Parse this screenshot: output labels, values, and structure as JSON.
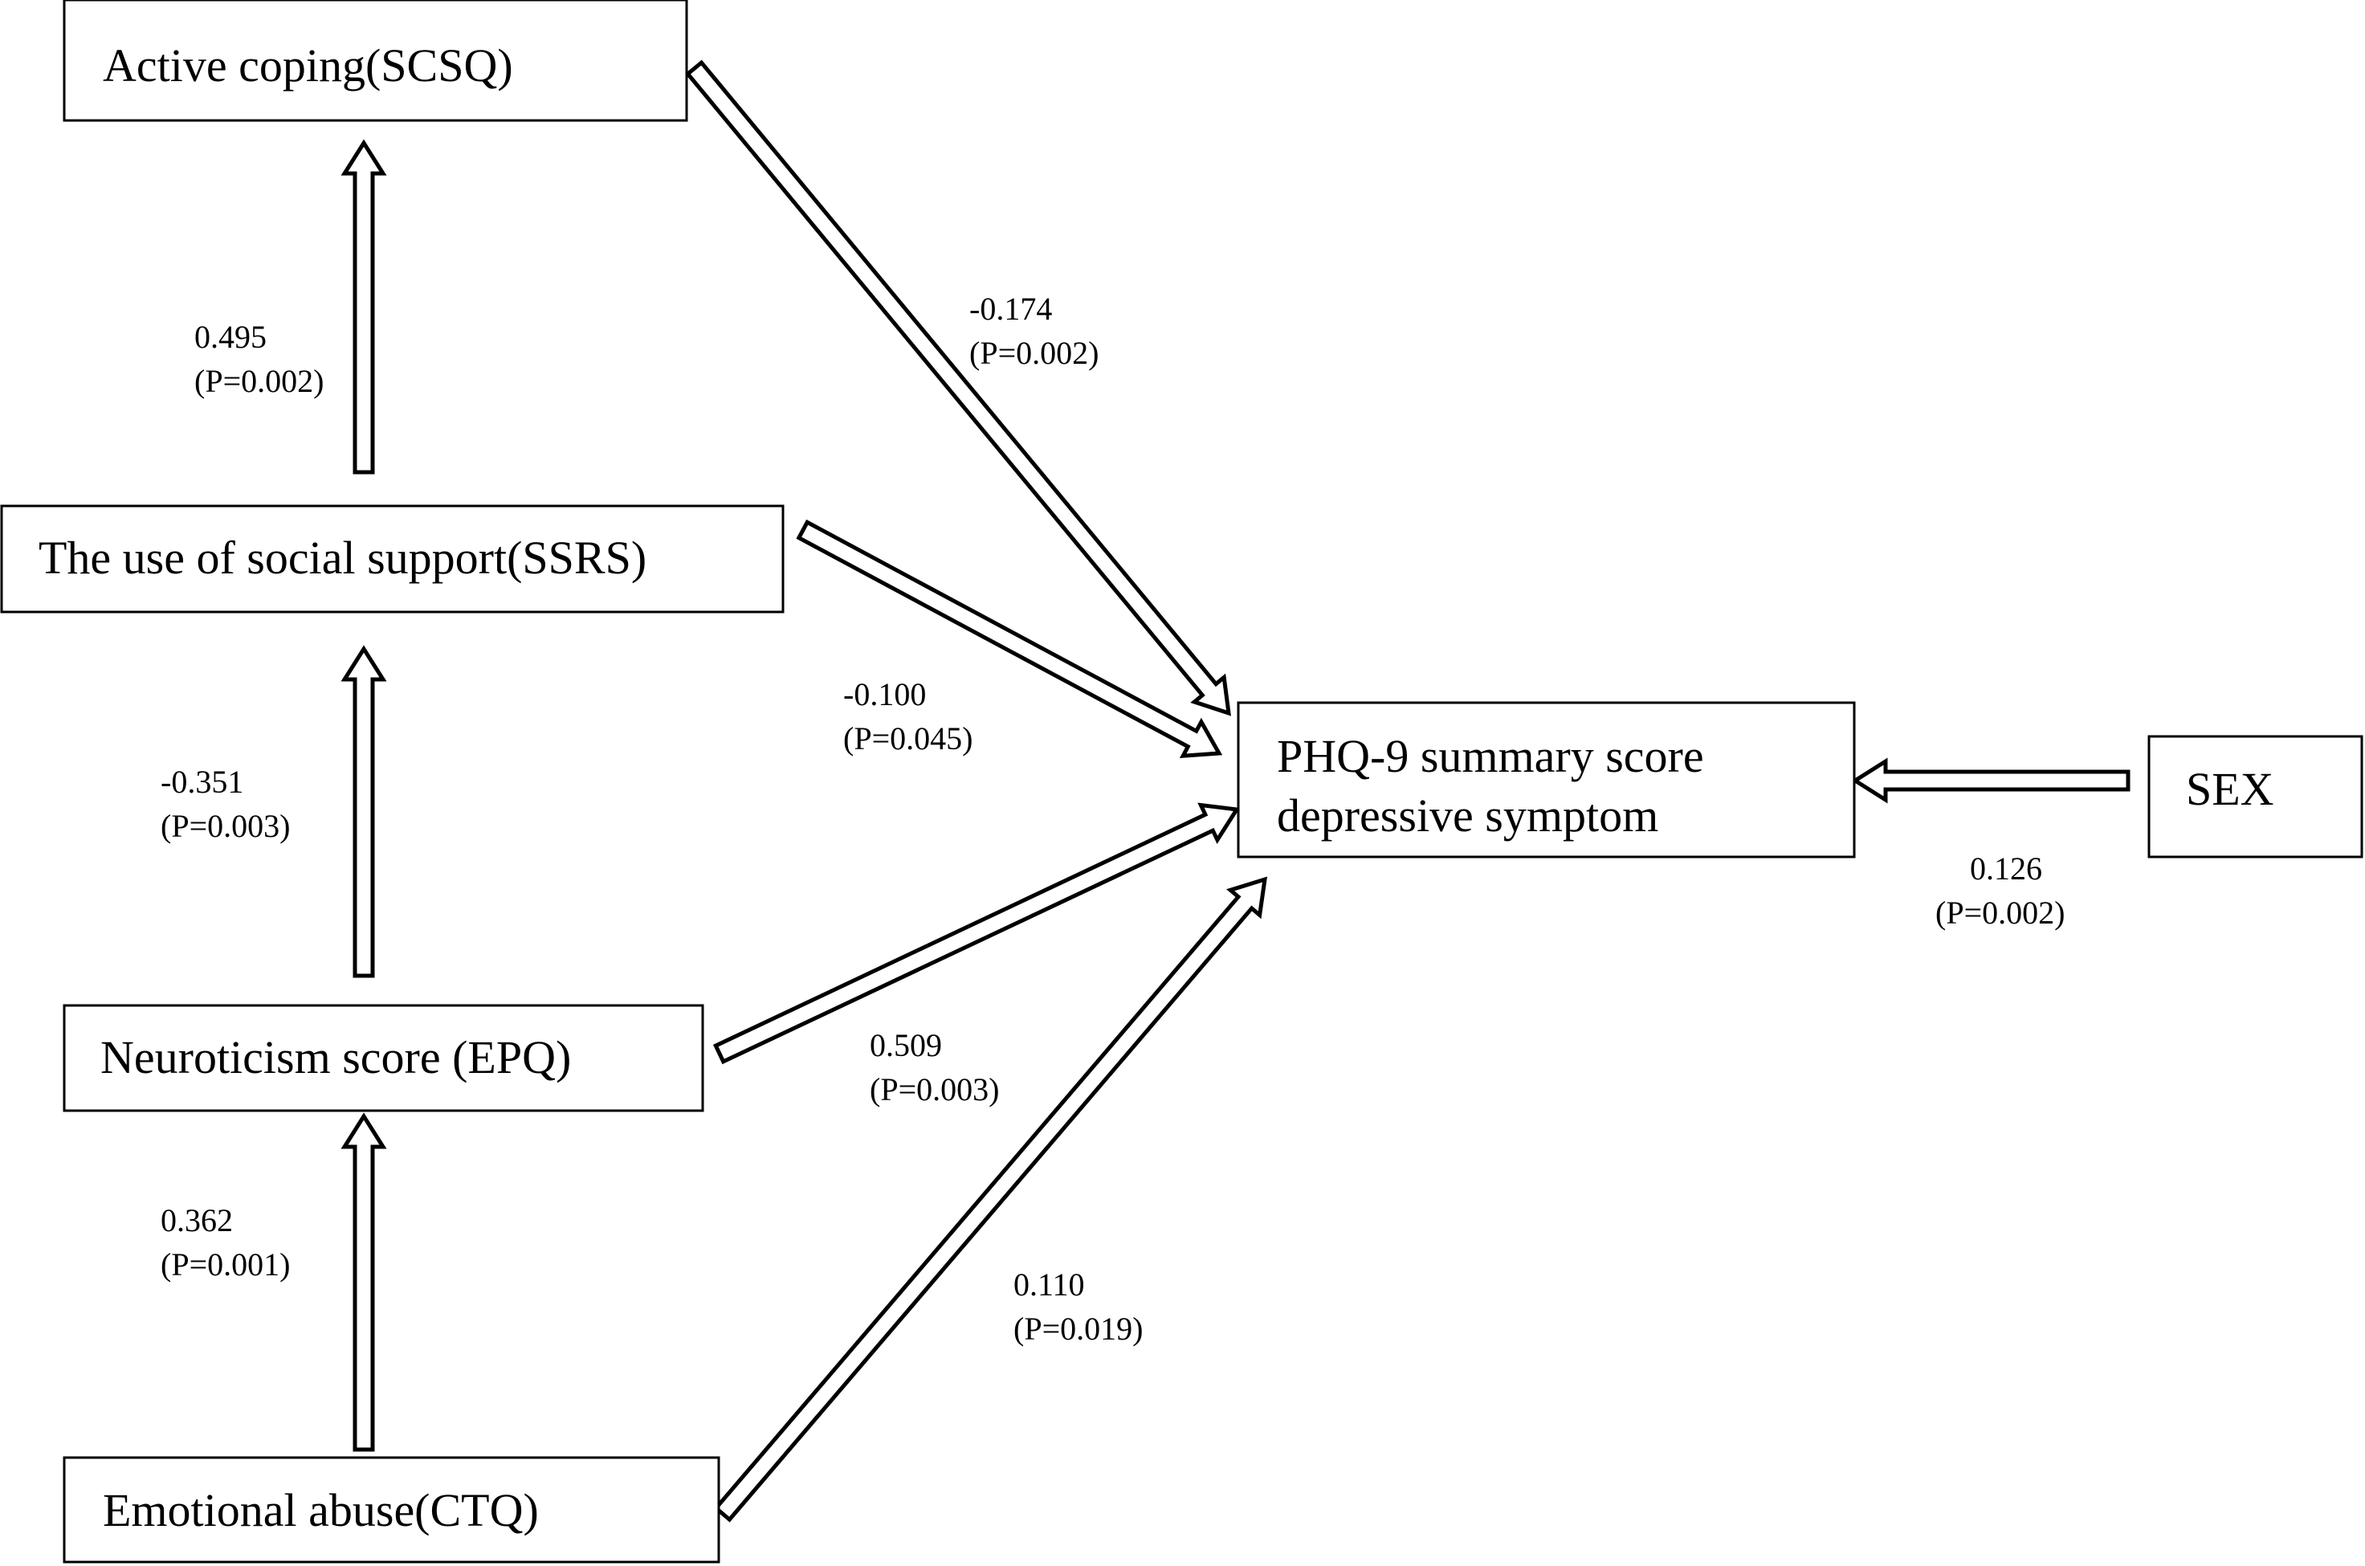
{
  "nodes": {
    "active_coping": {
      "lines": [
        "Active coping(SCSQ)"
      ]
    },
    "social_support": {
      "lines": [
        "The use of social support(SSRS)"
      ]
    },
    "neuroticism": {
      "lines": [
        "Neuroticism score (EPQ)"
      ]
    },
    "emotional_abuse": {
      "lines": [
        "Emotional abuse(CTQ)"
      ]
    },
    "phq9": {
      "lines": [
        "PHQ-9 summary score",
        "depressive symptom"
      ]
    },
    "sex": {
      "lines": [
        "SEX"
      ]
    }
  },
  "edges": {
    "support_to_coping": {
      "coef": "0.495",
      "p": "(P=0.002)"
    },
    "neuroticism_to_support": {
      "coef": "-0.351",
      "p": "(P=0.003)"
    },
    "abuse_to_neuroticism": {
      "coef": "0.362",
      "p": "(P=0.001)"
    },
    "coping_to_phq9": {
      "coef": "-0.174",
      "p": "(P=0.002)"
    },
    "support_to_phq9": {
      "coef": "-0.100",
      "p": "(P=0.045)"
    },
    "neuroticism_to_phq9": {
      "coef": "0.509",
      "p": "(P=0.003)"
    },
    "abuse_to_phq9": {
      "coef": "0.110",
      "p": "(P=0.019)"
    },
    "sex_to_phq9": {
      "coef": "0.126",
      "p": "(P=0.002)"
    }
  }
}
